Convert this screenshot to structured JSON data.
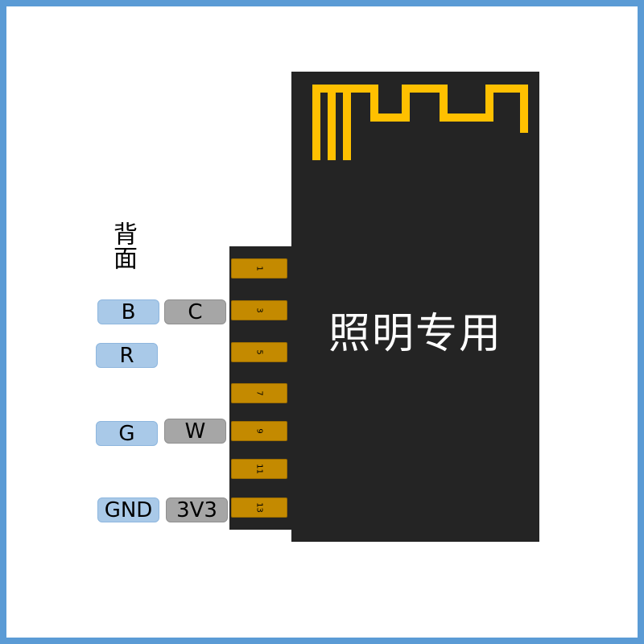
{
  "module": {
    "title": "照明专用",
    "body_color": "#242424",
    "antenna_color": "#ffc000",
    "pad_color": "#c48a00"
  },
  "side_label": "背面",
  "pins": [
    {
      "number": "1"
    },
    {
      "number": "3"
    },
    {
      "number": "5"
    },
    {
      "number": "7"
    },
    {
      "number": "9"
    },
    {
      "number": "11"
    },
    {
      "number": "13"
    }
  ],
  "signal_tags": [
    {
      "label": "B",
      "style": "blue"
    },
    {
      "label": "C",
      "style": "gray"
    },
    {
      "label": "R",
      "style": "blue"
    },
    {
      "label": "G",
      "style": "blue"
    },
    {
      "label": "W",
      "style": "gray"
    },
    {
      "label": "GND",
      "style": "blue"
    },
    {
      "label": "3V3",
      "style": "gray"
    }
  ],
  "colors": {
    "frame_border": "#5b9bd5",
    "tag_blue": "#a9c9e8",
    "tag_gray": "#a6a6a6"
  }
}
